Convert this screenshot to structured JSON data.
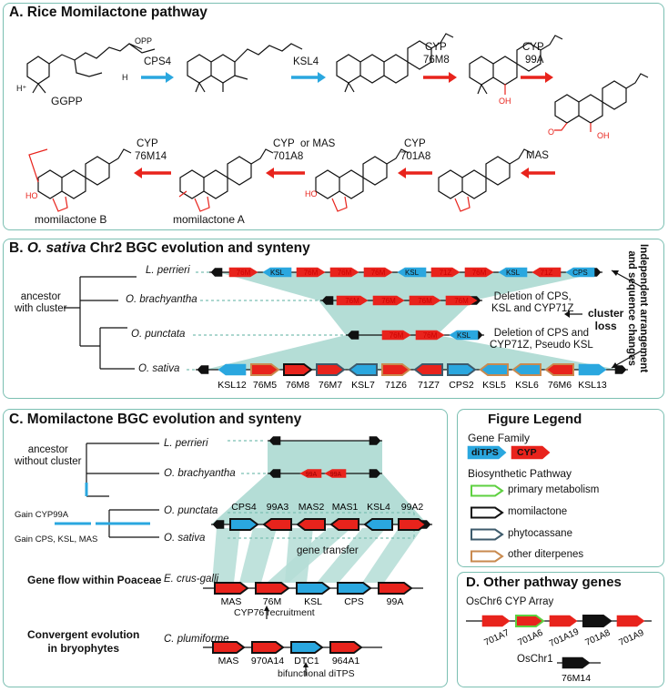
{
  "colors": {
    "cps": "#2aa7df",
    "cyp": "#e8231c",
    "black": "#111111",
    "phyto": "#3d5a6b",
    "other": "#c98a4f",
    "primary": "#5ed040",
    "teal": "#b4ddd6",
    "border": "#7bbfb2"
  },
  "panelA": {
    "title": "A. Rice Momilactone pathway",
    "ggpp": "GGPP",
    "opp": "OPP",
    "h": "H",
    "hplus": "H⁺",
    "step1": "CPS4",
    "step2": "KSL4",
    "step3a": "CYP",
    "step3b": "76M8",
    "step4a": "CYP",
    "step4b": "99A",
    "step5": "MAS",
    "step6a": "CYP",
    "step6b": "701A8",
    "step7a": "CYP",
    "step7b": "701A8",
    "step7or": "or MAS",
    "step8a": "CYP",
    "step8b": "76M14",
    "oh": "OH",
    "ho": "HO",
    "o": "O",
    "momA": "momilactone A",
    "momB": "momilactone B"
  },
  "panelB": {
    "title": "B. O. sativa Chr2 BGC evolution and synteny",
    "species": [
      "L. perrieri",
      "O. brachyantha",
      "O. punctata",
      "O. sativa"
    ],
    "ancestor": "ancestor\nwith cluster",
    "row1": [
      "76M",
      "KSL",
      "76M",
      "76M",
      "76M",
      "KSL",
      "71Z",
      "76M",
      "KSL",
      "71Z",
      "CPS"
    ],
    "row2": [
      "76M",
      "76M",
      "76M",
      "76M"
    ],
    "row3": [
      "76M",
      "76M",
      "KSL"
    ],
    "row4": [
      "KSL12",
      "76M5",
      "76M8",
      "76M7",
      "KSL7",
      "71Z6",
      "71Z7",
      "CPS2",
      "KSL5",
      "KSL6",
      "76M6",
      "KSL13"
    ],
    "note1": "Deletion of CPS,\nKSL and CYP71Z",
    "note2": "Deletion of CPS and\nCYP71Z, Pseudo KSL",
    "clusterLoss": "cluster\nloss",
    "sideNote1": "Independent arrangement",
    "sideNote2": "and sequence changes"
  },
  "panelC": {
    "title": "C. Momilactone BGC evolution and synteny",
    "ancestor": "ancestor\nwithout cluster",
    "species": [
      "L. perrieri",
      "O. brachyantha",
      "O. punctata",
      "O. sativa"
    ],
    "gain1": "Gain CYP99A",
    "gain2": "Gain CPS, KSL, MAS",
    "brachy": [
      "99A",
      "99A"
    ],
    "sativa": [
      "CPS4",
      "99A3",
      "MAS2",
      "MAS1",
      "KSL4",
      "99A2"
    ],
    "geneTransfer": "gene transfer",
    "geneFlow": "Gene flow within Poaceae",
    "ecrus": "E. crus-galli",
    "ecrusGenes": [
      "MAS",
      "76M",
      "KSL",
      "CPS",
      "99A"
    ],
    "cyp76": "CYP76 recruitment",
    "convergent": "Convergent evolution\nin bryophytes",
    "cplum": "C. plumiforme",
    "cplumGenes": [
      "MAS",
      "970A14",
      "DTC1",
      "964A1"
    ],
    "bifunctional": "bifunctional diTPS"
  },
  "legend": {
    "title": "Figure Legend",
    "geneFamily": "Gene Family",
    "ditps": "diTPS",
    "cyp": "CYP",
    "biosynthetic": "Biosynthetic Pathway",
    "items": [
      "primary metabolism",
      "momilactone",
      "phytocassane",
      "other diterpenes"
    ]
  },
  "panelD": {
    "title": "D. Other pathway genes",
    "array": "OsChr6 CYP Array",
    "genes": [
      "701A7",
      "701A6",
      "701A19",
      "701A8",
      "701A9"
    ],
    "chr1": "OsChr1",
    "chr1gene": "76M14"
  }
}
